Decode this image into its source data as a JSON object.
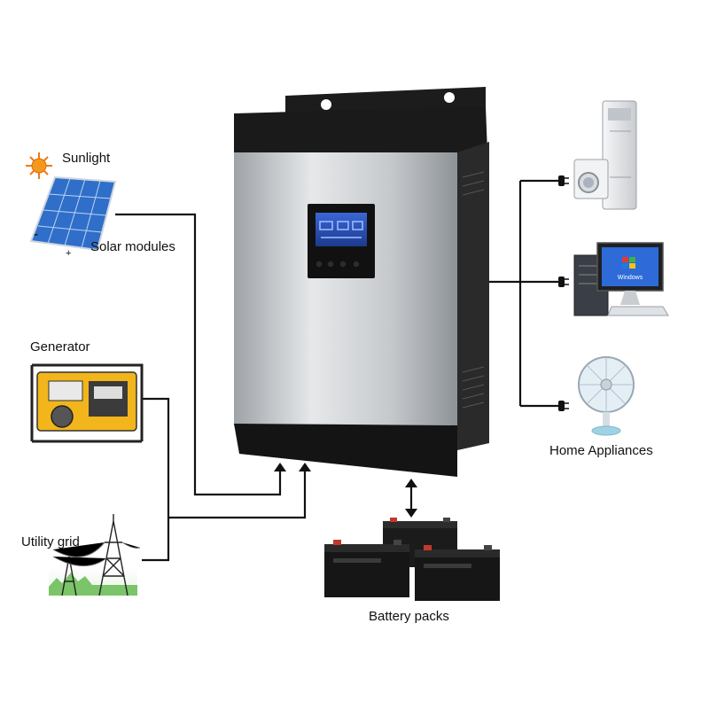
{
  "sources": {
    "sunlight": "Sunlight",
    "solar": "Solar modules",
    "generator": "Generator",
    "grid": "Utility grid"
  },
  "loads": {
    "label": "Home Appliances",
    "screen_text": "Windows"
  },
  "storage": {
    "label": "Battery packs"
  },
  "panel_signs": {
    "minus": "-",
    "plus": "+"
  },
  "colors": {
    "inverter_black": "#1a1a1a",
    "inverter_silver": "#c9ccd0",
    "lcd_blue": "#2a4fb8",
    "solar_blue": "#2f6fc9",
    "generator_yellow": "#f2b51c",
    "grid_green": "#7cc46a",
    "wire": "#111111"
  }
}
